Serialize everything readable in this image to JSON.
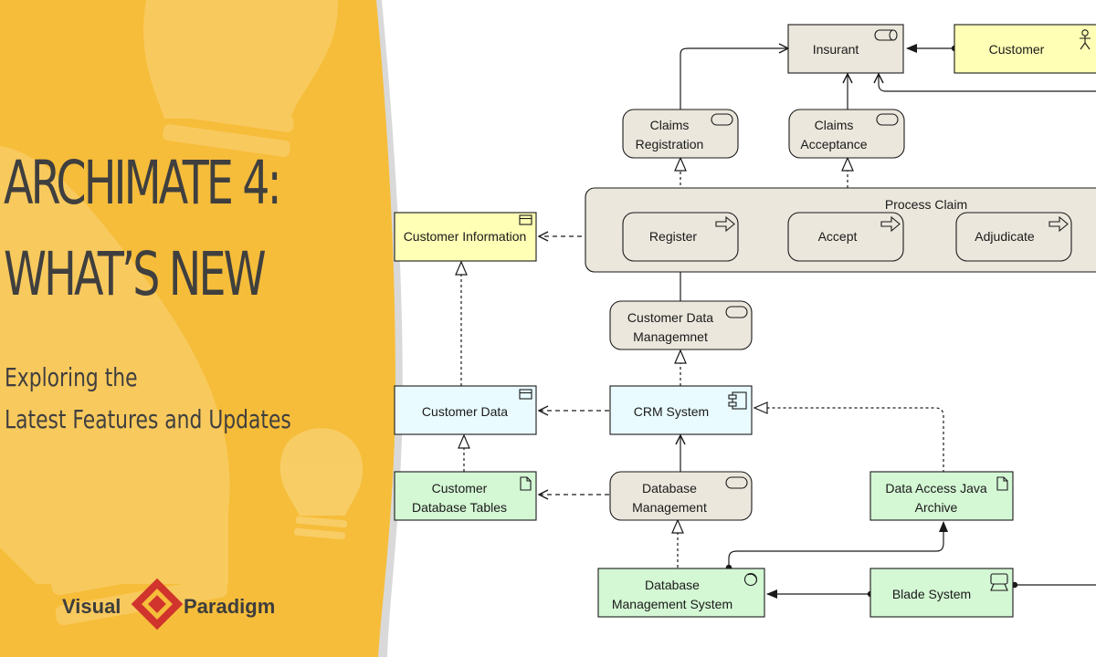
{
  "banner": {
    "title_line1": "ARCHIMATE 4:",
    "title_line2": "WHAT’S NEW",
    "subtitle_line1": "Exploring the",
    "subtitle_line2": "Latest Features and Updates",
    "logo_left": "Visual",
    "logo_right": "Paradigm"
  },
  "colors": {
    "panel_yellow": "#f6bd3a",
    "business": "#ffffb5",
    "process_gray": "#ebe7dc",
    "application": "#e9fbff",
    "technology": "#d4f7d4",
    "text_dark": "#3f3f3f",
    "logo_red": "#d0342c"
  },
  "diagram": {
    "nodes": {
      "insurant": {
        "label1": "Insurant",
        "label2": "",
        "type": "business-role",
        "icon": "role-icon"
      },
      "customer": {
        "label1": "Customer",
        "label2": "",
        "type": "business-actor",
        "icon": "actor-icon"
      },
      "claims_registration": {
        "label1": "Claims",
        "label2": "Registration",
        "type": "business-service",
        "icon": "service-icon"
      },
      "claims_acceptance": {
        "label1": "Claims",
        "label2": "Acceptance",
        "type": "business-service",
        "icon": "service-icon"
      },
      "process_claim": {
        "label1": "Process Claim",
        "label2": "",
        "type": "business-process-group",
        "icon": ""
      },
      "customer_information": {
        "label1": "Customer Information",
        "label2": "",
        "type": "business-object",
        "icon": "object-icon"
      },
      "register": {
        "label1": "Register",
        "label2": "",
        "type": "business-process",
        "icon": "process-icon"
      },
      "accept": {
        "label1": "Accept",
        "label2": "",
        "type": "business-process",
        "icon": "process-icon"
      },
      "adjudicate": {
        "label1": "Adjudicate",
        "label2": "",
        "type": "business-process",
        "icon": "process-icon"
      },
      "customer_data_mgmt": {
        "label1": "Customer Data",
        "label2": "Managemnet",
        "type": "application-service",
        "icon": "service-icon"
      },
      "customer_data": {
        "label1": "Customer Data",
        "label2": "",
        "type": "data-object",
        "icon": "object-icon"
      },
      "crm_system": {
        "label1": "CRM System",
        "label2": "",
        "type": "application-component",
        "icon": "component-icon"
      },
      "customer_db_tables": {
        "label1": "Customer",
        "label2": "Database Tables",
        "type": "artifact",
        "icon": "artifact-icon"
      },
      "database_management": {
        "label1": "Database",
        "label2": "Management",
        "type": "technology-service",
        "icon": "service-icon"
      },
      "data_access_jar": {
        "label1": "Data Access Java",
        "label2": "Archive",
        "type": "artifact",
        "icon": "artifact-icon"
      },
      "dbms": {
        "label1": "Database",
        "label2": "Management System",
        "type": "system-software",
        "icon": "system-software-icon"
      },
      "blade_system": {
        "label1": "Blade System",
        "label2": "",
        "type": "device",
        "icon": "device-icon"
      }
    }
  }
}
